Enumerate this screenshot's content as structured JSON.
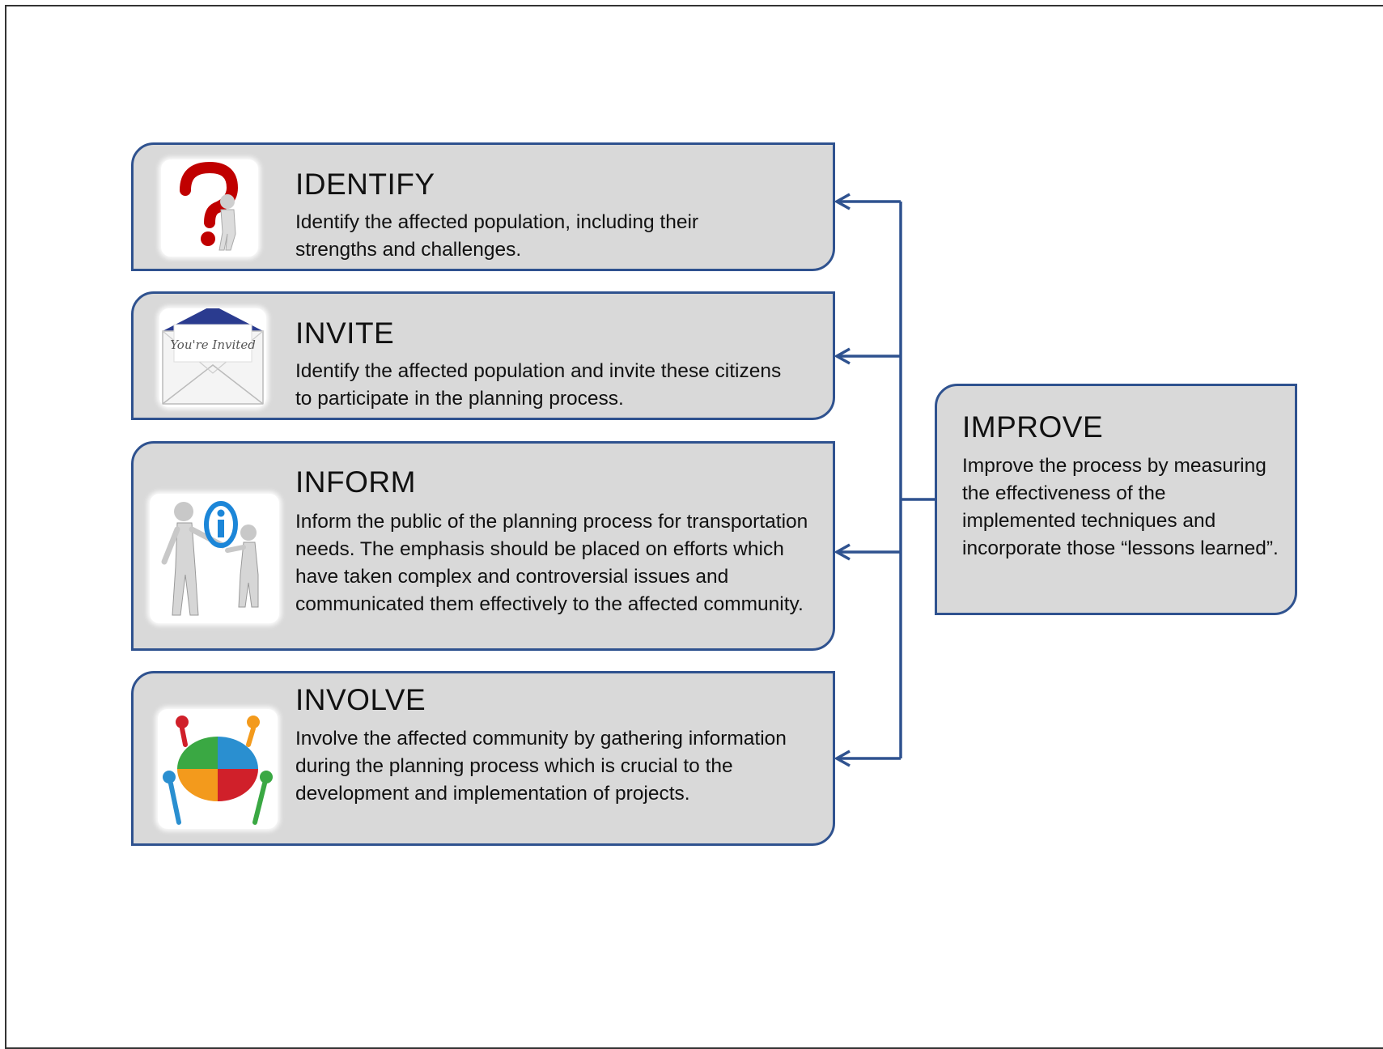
{
  "steps": [
    {
      "title": "IDENTIFY",
      "description": "Identify the affected population, including their strengths and challenges.",
      "icon": "question-mark-figure-icon"
    },
    {
      "title": "INVITE",
      "description": "Identify the affected population and invite these citizens to participate in the planning process.",
      "icon": "invitation-envelope-icon",
      "icon_text": "You're Invited"
    },
    {
      "title": "INFORM",
      "description": "Inform the public of the planning process for transportation needs. The emphasis should be placed on efforts which have taken complex and controversial issues and communicated them effectively to the affected community.",
      "icon": "information-figures-icon"
    },
    {
      "title": "INVOLVE",
      "description": "Involve the affected community by gathering information during the planning process which is crucial to the development and implementation of projects.",
      "icon": "puzzle-team-icon"
    }
  ],
  "improve": {
    "title": "IMPROVE",
    "description": "Improve the process by measuring the effectiveness of the implemented techniques and incorporate those “lessons learned”."
  },
  "colors": {
    "box_fill": "#d9d9d9",
    "border": "#2f528f",
    "connector": "#2f528f"
  }
}
